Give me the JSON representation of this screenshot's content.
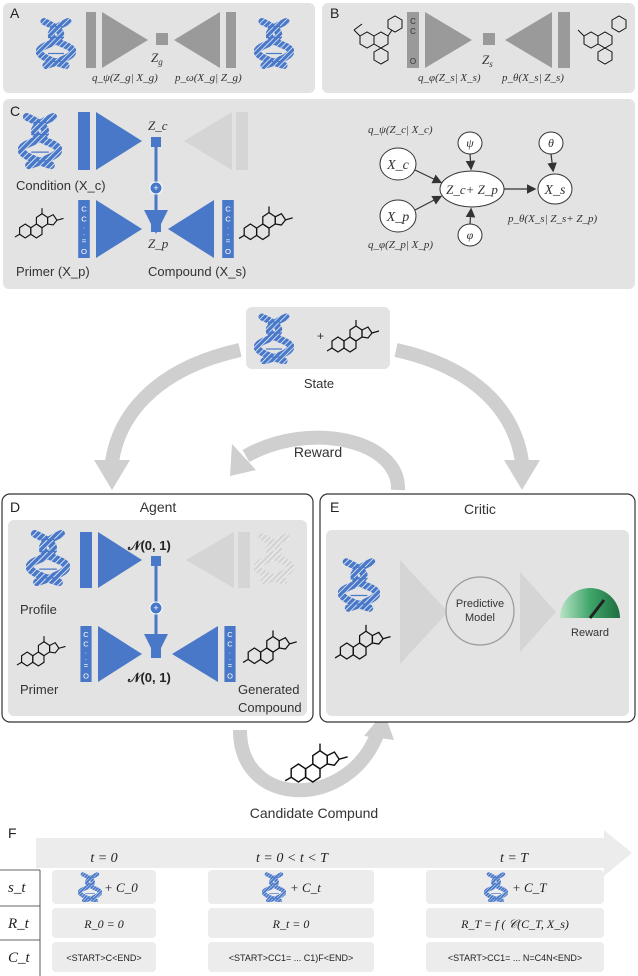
{
  "panels": {
    "A": {
      "letter": "A",
      "latent": "Z",
      "latent_sub": "g",
      "encoder_label": "q_ψ(Z_g| X_g)",
      "decoder_label": "p_ω(X_g| Z_g)"
    },
    "B": {
      "letter": "B",
      "latent": "Z",
      "latent_sub": "s",
      "encoder_label": "q_φ(Z_s| X_s)",
      "decoder_label": "p_θ(X_s| Z_s)",
      "smiles_token_top": "C",
      "smiles_token_mid": "C",
      "smiles_token_bottom": "O"
    },
    "C": {
      "letter": "C",
      "z_c": "Z_c",
      "z_p": "Z_p",
      "plus": "+",
      "condition_label": "Condition (X_c)",
      "primer_label": "Primer (X_p)",
      "compound_label": "Compound (X_s)",
      "graph": {
        "q_psi_label": "q_ψ(Z_c| X_c)",
        "q_phi_label": "q_φ(Z_p| X_p)",
        "p_theta_label": "p_θ(X_s| Z_s+ Z_p)",
        "node_xc": "X_c",
        "node_xp": "X_p",
        "node_sum": "Z_c+ Z_p",
        "node_xs": "X_s",
        "node_psi": "ψ",
        "node_phi": "φ",
        "node_theta": "θ"
      }
    },
    "state": {
      "label": "State",
      "plus": "+"
    },
    "reward_arrow_label": "Reward",
    "D": {
      "letter": "D",
      "title": "Agent",
      "normal_top": "𝒩(0, 1)",
      "normal_bottom": "𝒩(0, 1)",
      "profile_label": "Profile",
      "primer_label": "Primer",
      "generated_label_1": "Generated",
      "generated_label_2": "Compound",
      "plus": "+"
    },
    "E": {
      "letter": "E",
      "title": "Critic",
      "model_label_1": "Predictive",
      "model_label_2": "Model",
      "reward_label": "Reward"
    },
    "candidate_label": "Candidate Compund",
    "F": {
      "letter": "F",
      "row_labels": [
        "s_t",
        "R_t",
        "C_t"
      ],
      "timepoints": [
        {
          "t_label": "t = 0",
          "state": "+ C_0",
          "reward": "R_0 = 0",
          "seq": "<START>C<END>"
        },
        {
          "t_label": "t = 0 < t < T",
          "state": "+ C_t",
          "reward": "R_t = 0",
          "seq": "<START>CC1= ... C1)F<END>"
        },
        {
          "t_label": "t = T",
          "state": "+ C_T",
          "reward": "R_T = f ( 𝒞(C_T, X_s)",
          "seq": "<START>CC1= ... N=C4N<END>"
        }
      ]
    }
  },
  "colors": {
    "blue": "#4a78c8",
    "blue_light": "#6f95d6",
    "gray_dark": "#9a9a9a",
    "gray_mid": "#bdbdbd",
    "gray_light": "#d9d9d9",
    "panel_bg": "#e3e3e3",
    "arrow_gray": "#cfcfcf",
    "green": "#2e8b57"
  }
}
